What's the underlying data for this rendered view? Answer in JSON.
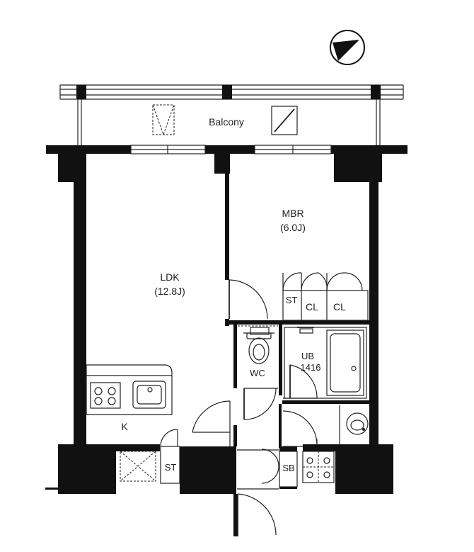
{
  "labels": {
    "balcony": "Balcony",
    "mbr": "MBR",
    "mbr_size": "(6.0J)",
    "ldk": "LDK",
    "ldk_size": "(12.8J)",
    "st_upper": "ST",
    "cl_left": "CL",
    "cl_right": "CL",
    "ub": "UB",
    "ub_size": "1416",
    "wc": "WC",
    "k": "K",
    "st_lower": "ST",
    "sb": "SB"
  },
  "icons": {
    "north_arrow": "north-arrow-icon",
    "stove": "stove-icon",
    "sink": "sink-icon",
    "toilet": "toilet-icon",
    "bathtub": "bathtub-icon",
    "washing_machine": "washing-machine-icon",
    "washbasin": "washbasin-icon"
  },
  "colors": {
    "wall": "#111111",
    "line": "#222222",
    "background": "#ffffff"
  }
}
